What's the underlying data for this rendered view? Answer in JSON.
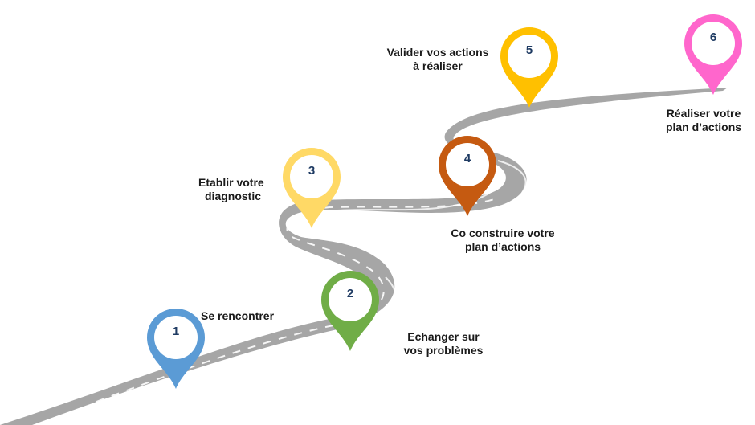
{
  "steps": [
    {
      "number": "1",
      "lines": [
        "Se rencontrer"
      ],
      "color": "#5b9bd5"
    },
    {
      "number": "2",
      "lines": [
        "Echanger sur",
        "vos problèmes"
      ],
      "color": "#70ad47"
    },
    {
      "number": "3",
      "lines": [
        "Etablir votre",
        "diagnostic"
      ],
      "color": "#ffd966"
    },
    {
      "number": "4",
      "lines": [
        "Co construire votre",
        "plan d’actions"
      ],
      "color": "#c55a11"
    },
    {
      "number": "5",
      "lines": [
        "Valider vos actions",
        "à réaliser"
      ],
      "color": "#ffc000"
    },
    {
      "number": "6",
      "lines": [
        "Réaliser votre",
        "plan d’actions"
      ],
      "color": "#ff66cc"
    }
  ],
  "road_color": "#a6a6a6"
}
